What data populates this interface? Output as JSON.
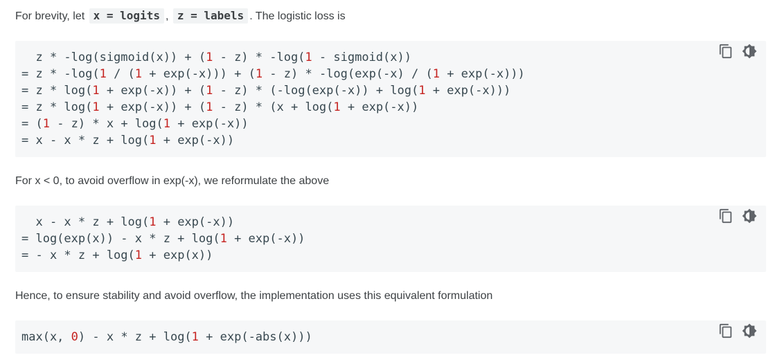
{
  "colors": {
    "code_background": "#f6f7f8",
    "inline_code_background": "#f1f3f4",
    "body_text": "#3c4043",
    "code_text": "#37474f",
    "number_literal_red": "#c5221f",
    "icon_gray": "#5f6368"
  },
  "intro": {
    "prefix": "For brevity, let",
    "inline_code_1": "x = logits",
    "separator": ",",
    "inline_code_2": "z = labels",
    "suffix": ". The logistic loss is"
  },
  "paragraphs": {
    "reformulate": "For x < 0, to avoid overflow in exp(-x), we reformulate the above",
    "conclusion": "Hence, to ensure stability and avoid overflow, the implementation uses this equivalent formulation"
  },
  "code_blocks": [
    {
      "lines": [
        "  z * -log(sigmoid(x)) + (1 - z) * -log(1 - sigmoid(x))",
        "= z * -log(1 / (1 + exp(-x))) + (1 - z) * -log(exp(-x) / (1 + exp(-x)))",
        "= z * log(1 + exp(-x)) + (1 - z) * (-log(exp(-x)) + log(1 + exp(-x)))",
        "= z * log(1 + exp(-x)) + (1 - z) * (x + log(1 + exp(-x))",
        "= (1 - z) * x + log(1 + exp(-x))",
        "= x - x * z + log(1 + exp(-x))"
      ]
    },
    {
      "lines": [
        "  x - x * z + log(1 + exp(-x))",
        "= log(exp(x)) - x * z + log(1 + exp(-x))",
        "= - x * z + log(1 + exp(x))"
      ]
    },
    {
      "lines": [
        "max(x, 0) - x * z + log(1 + exp(-abs(x)))"
      ]
    }
  ],
  "icons": {
    "copy": "copy-icon",
    "theme_toggle": "dark-light-code-toggle-icon"
  }
}
